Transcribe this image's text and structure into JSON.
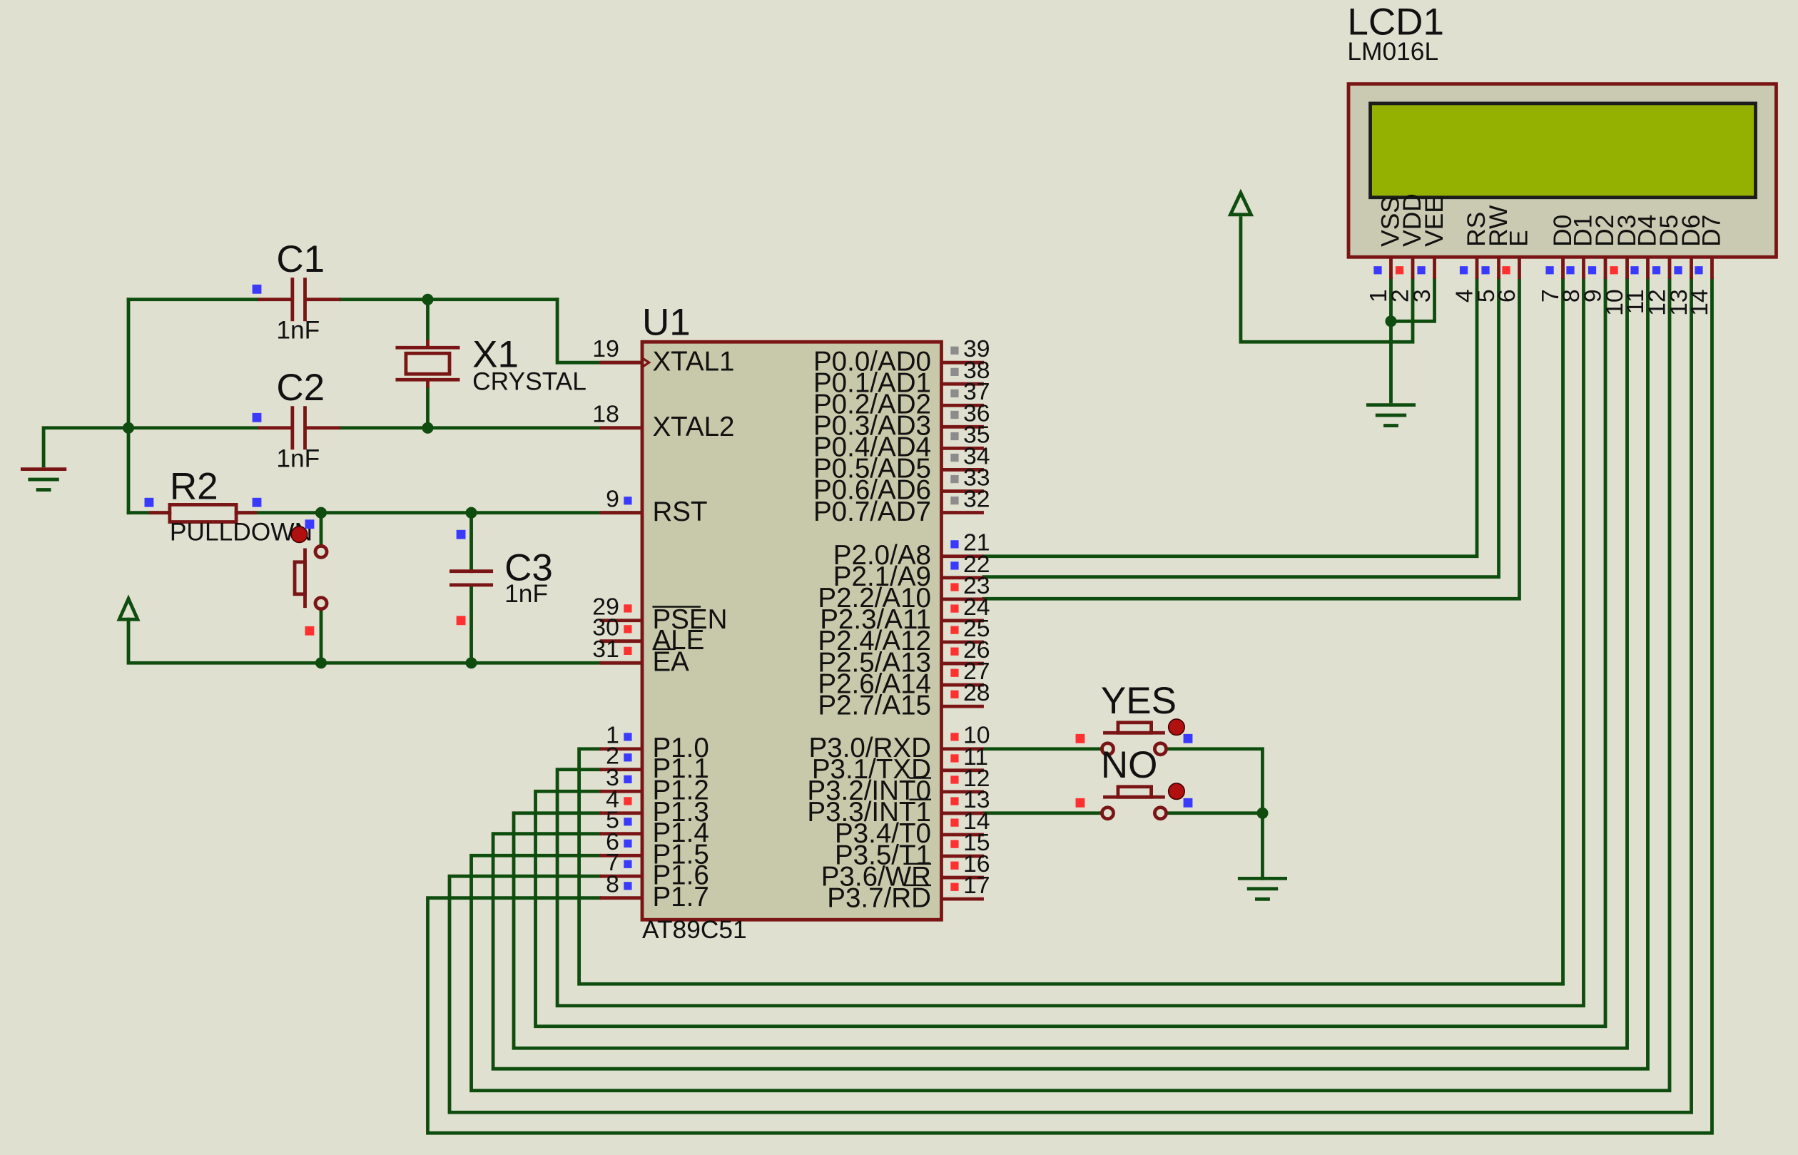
{
  "components": {
    "c1": {
      "ref": "C1",
      "value": "1nF"
    },
    "c2": {
      "ref": "C2",
      "value": "1nF"
    },
    "c3": {
      "ref": "C3",
      "value": "1nF"
    },
    "x1": {
      "ref": "X1",
      "value": "CRYSTAL"
    },
    "r2": {
      "ref": "R2",
      "value": "PULLDOWN"
    },
    "u1": {
      "ref": "U1",
      "part": "AT89C51"
    },
    "lcd1": {
      "ref": "LCD1",
      "part": "LM016L"
    },
    "yes_button": {
      "ref": "YES"
    },
    "no_button": {
      "ref": "NO"
    }
  },
  "u1_left_pins": [
    {
      "num": "19",
      "label": "XTAL1"
    },
    {
      "num": "18",
      "label": "XTAL2"
    },
    {
      "num": "9",
      "label": "RST"
    },
    {
      "num": "29",
      "label": "PSEN"
    },
    {
      "num": "30",
      "label": "ALE"
    },
    {
      "num": "31",
      "label": "EA"
    },
    {
      "num": "1",
      "label": "P1.0"
    },
    {
      "num": "2",
      "label": "P1.1"
    },
    {
      "num": "3",
      "label": "P1.2"
    },
    {
      "num": "4",
      "label": "P1.3"
    },
    {
      "num": "5",
      "label": "P1.4"
    },
    {
      "num": "6",
      "label": "P1.5"
    },
    {
      "num": "7",
      "label": "P1.6"
    },
    {
      "num": "8",
      "label": "P1.7"
    }
  ],
  "u1_right_pins": [
    {
      "num": "39",
      "label": "P0.0/AD0"
    },
    {
      "num": "38",
      "label": "P0.1/AD1"
    },
    {
      "num": "37",
      "label": "P0.2/AD2"
    },
    {
      "num": "36",
      "label": "P0.3/AD3"
    },
    {
      "num": "35",
      "label": "P0.4/AD4"
    },
    {
      "num": "34",
      "label": "P0.5/AD5"
    },
    {
      "num": "33",
      "label": "P0.6/AD6"
    },
    {
      "num": "32",
      "label": "P0.7/AD7"
    },
    {
      "num": "21",
      "label": "P2.0/A8"
    },
    {
      "num": "22",
      "label": "P2.1/A9"
    },
    {
      "num": "23",
      "label": "P2.2/A10"
    },
    {
      "num": "24",
      "label": "P2.3/A11"
    },
    {
      "num": "25",
      "label": "P2.4/A12"
    },
    {
      "num": "26",
      "label": "P2.5/A13"
    },
    {
      "num": "27",
      "label": "P2.6/A14"
    },
    {
      "num": "28",
      "label": "P2.7/A15"
    },
    {
      "num": "10",
      "label": "P3.0/RXD"
    },
    {
      "num": "11",
      "label": "P3.1/TXD"
    },
    {
      "num": "12",
      "label": "P3.2/INT0"
    },
    {
      "num": "13",
      "label": "P3.3/INT1"
    },
    {
      "num": "14",
      "label": "P3.4/T0"
    },
    {
      "num": "15",
      "label": "P3.5/T1"
    },
    {
      "num": "16",
      "label": "P3.6/WR"
    },
    {
      "num": "17",
      "label": "P3.7/RD"
    }
  ],
  "lcd_pins": [
    {
      "num": "1",
      "label": "VSS"
    },
    {
      "num": "2",
      "label": "VDD"
    },
    {
      "num": "3",
      "label": "VEE"
    },
    {
      "num": "4",
      "label": "RS"
    },
    {
      "num": "5",
      "label": "RW"
    },
    {
      "num": "6",
      "label": "E"
    },
    {
      "num": "7",
      "label": "D0"
    },
    {
      "num": "8",
      "label": "D1"
    },
    {
      "num": "9",
      "label": "D2"
    },
    {
      "num": "10",
      "label": "D3"
    },
    {
      "num": "11",
      "label": "D4"
    },
    {
      "num": "12",
      "label": "D5"
    },
    {
      "num": "13",
      "label": "D6"
    },
    {
      "num": "14",
      "label": "D7"
    }
  ],
  "colors": {
    "background": "#e0e0d1",
    "wire": "#0f4d0f",
    "component": "#7a1515",
    "ic_fill": "#c8c8aa",
    "lcd_screen": "#94b101",
    "pin_low": "#3a3aff",
    "pin_high": "#ff3030",
    "pin_floating": "#8c8c8c"
  }
}
